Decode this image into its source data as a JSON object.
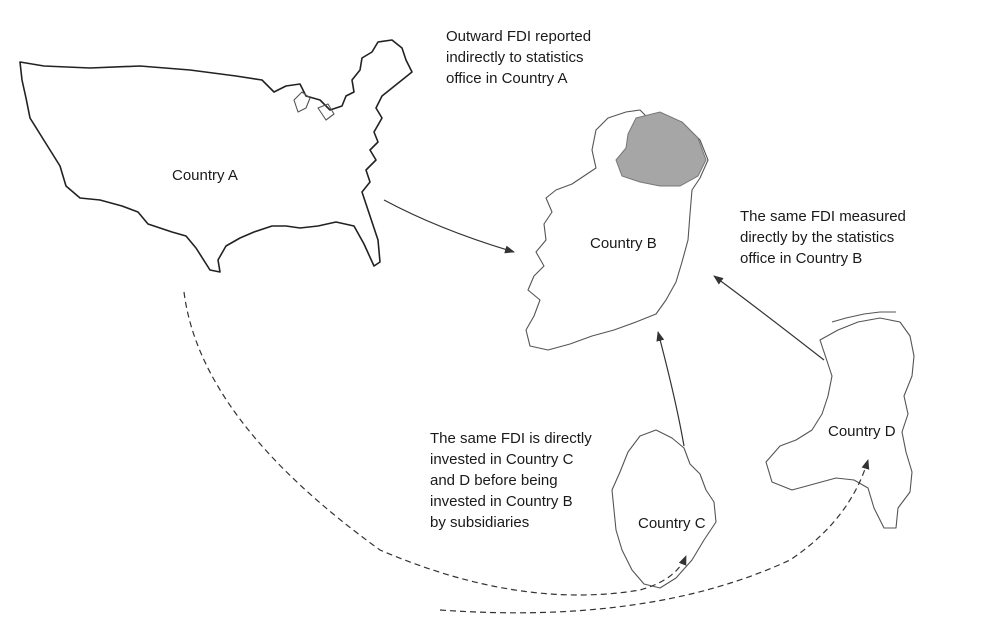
{
  "countries": {
    "a": {
      "label": "Country A"
    },
    "b": {
      "label": "Country B"
    },
    "c": {
      "label": "Country C"
    },
    "d": {
      "label": "Country D"
    }
  },
  "annotations": {
    "outward": [
      "Outward FDI reported",
      "indirectly to statistics",
      "office in Country A"
    ],
    "measured": [
      "The same FDI measured",
      "directly by the statistics",
      "office in Country B"
    ],
    "invested": [
      "The same FDI is directly",
      "invested in Country C",
      "and D before being",
      "invested in Country B",
      "by subsidiaries"
    ]
  },
  "colors": {
    "outline": "#222222",
    "northern_region_fill": "#a6a6a6",
    "arrow": "#333333"
  }
}
